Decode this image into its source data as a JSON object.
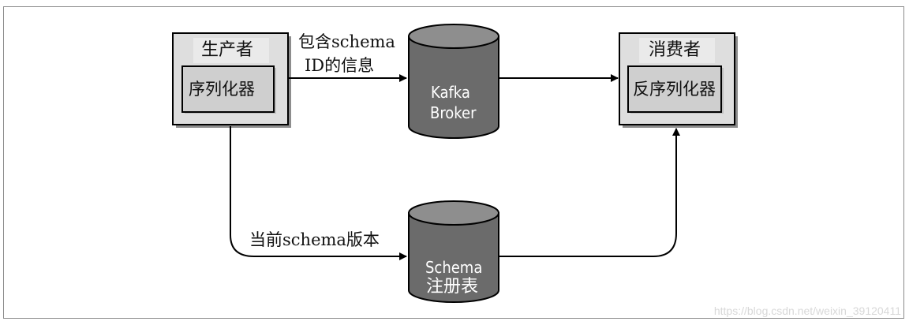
{
  "producer": {
    "title": "生产者",
    "serializer": "序列化器"
  },
  "consumer": {
    "title": "消费者",
    "deserializer": "反序列化器"
  },
  "broker": {
    "line1": "Kafka",
    "line2": "Broker"
  },
  "registry": {
    "line1": "Schema",
    "line2": "注册表"
  },
  "edges": {
    "producer_to_broker_line1": "包含schema",
    "producer_to_broker_line2": "ID的信息",
    "producer_to_registry": "当前schema版本"
  },
  "watermark": "https://blog.csdn.net/weixin_39120411",
  "colors": {
    "box_fill": "#dcdcdc",
    "inner_fill": "#cccccc",
    "cylinder_body": "#6e6e6e",
    "cylinder_top": "#8c8c8c",
    "line": "#000000"
  }
}
